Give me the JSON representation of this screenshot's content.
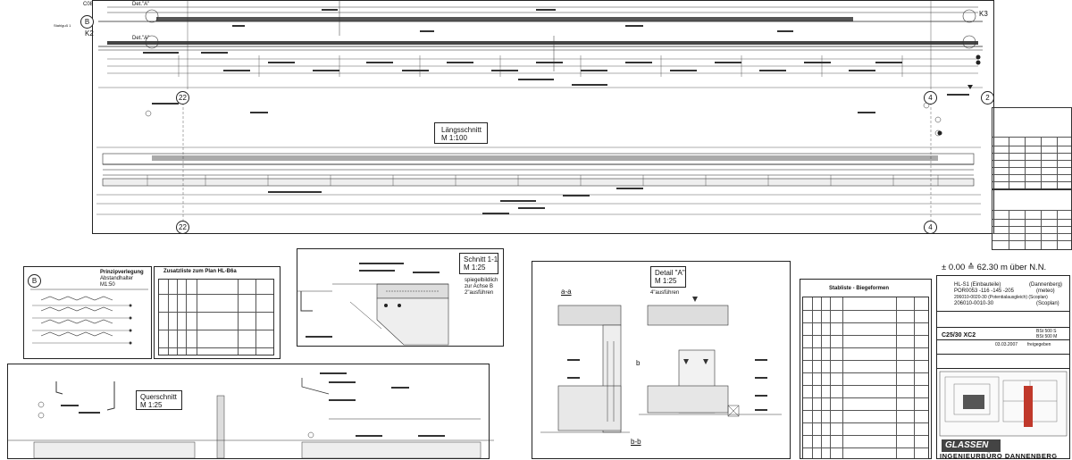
{
  "top": {
    "c08": "C08",
    "axis_b": "B",
    "k2": "K2",
    "k3": "K3",
    "det_a_1": "Det.\"A\"",
    "det_a_2": "Det.\"A\"",
    "axis_22_top": "22",
    "axis_4_top": "4",
    "axis_2_right": "2",
    "axis_22_bottom": "22",
    "axis_4_bottom": "4",
    "elev_label": "Stahlguß 1"
  },
  "laengsschnitt": {
    "title": "Längsschnitt",
    "scale": "M 1:100"
  },
  "prinzip": {
    "axis": "B",
    "title": "Prinzipverlegung",
    "subtitle": "Abstandhalter",
    "scale": "M1:50"
  },
  "zusatz": {
    "title": "Zusatzliste zum Plan HL-B6a"
  },
  "schnitt": {
    "title": "Schnitt 1-1",
    "scale": "M 1:25",
    "note1": "spiegelbildlich",
    "note2": "zur Achse B",
    "note3": "2\"ausführen"
  },
  "detail": {
    "title": "Detail \"A\"",
    "scale": "M 1:25",
    "note": "4\"ausführen",
    "cut_aa": "a-a",
    "cut_bb": "b-b",
    "mark_a": "a",
    "mark_b": "b"
  },
  "stabliste": {
    "title": "Stabliste - Biegeformen"
  },
  "querschnitt": {
    "title": "Querschnitt",
    "scale": "M 1:25"
  },
  "titleblock": {
    "elevation": "± 0.00 ≙ 62.30 m über N.N.",
    "project_l1": "HL-S1 (Einbauteile)",
    "project_l1b": "(Dannenberg)",
    "project_l2": "POR0053 -116 -145 -205",
    "project_l2b": "(meteo)",
    "project_l3": "206010-0020-30 (Potentialausgleich) (Scoplan)",
    "project_l4": "206010-0010-30",
    "project_l4b": "(Scoplan)",
    "concrete": "C25/30 XC2",
    "steel1": "BSt 500 S",
    "steel2": "BSt 500 M",
    "date": "03.03.2007",
    "status": "freigegeben",
    "company": "GLASSEN",
    "bureau": "INGENIEURBÜRO DANNENBERG"
  }
}
